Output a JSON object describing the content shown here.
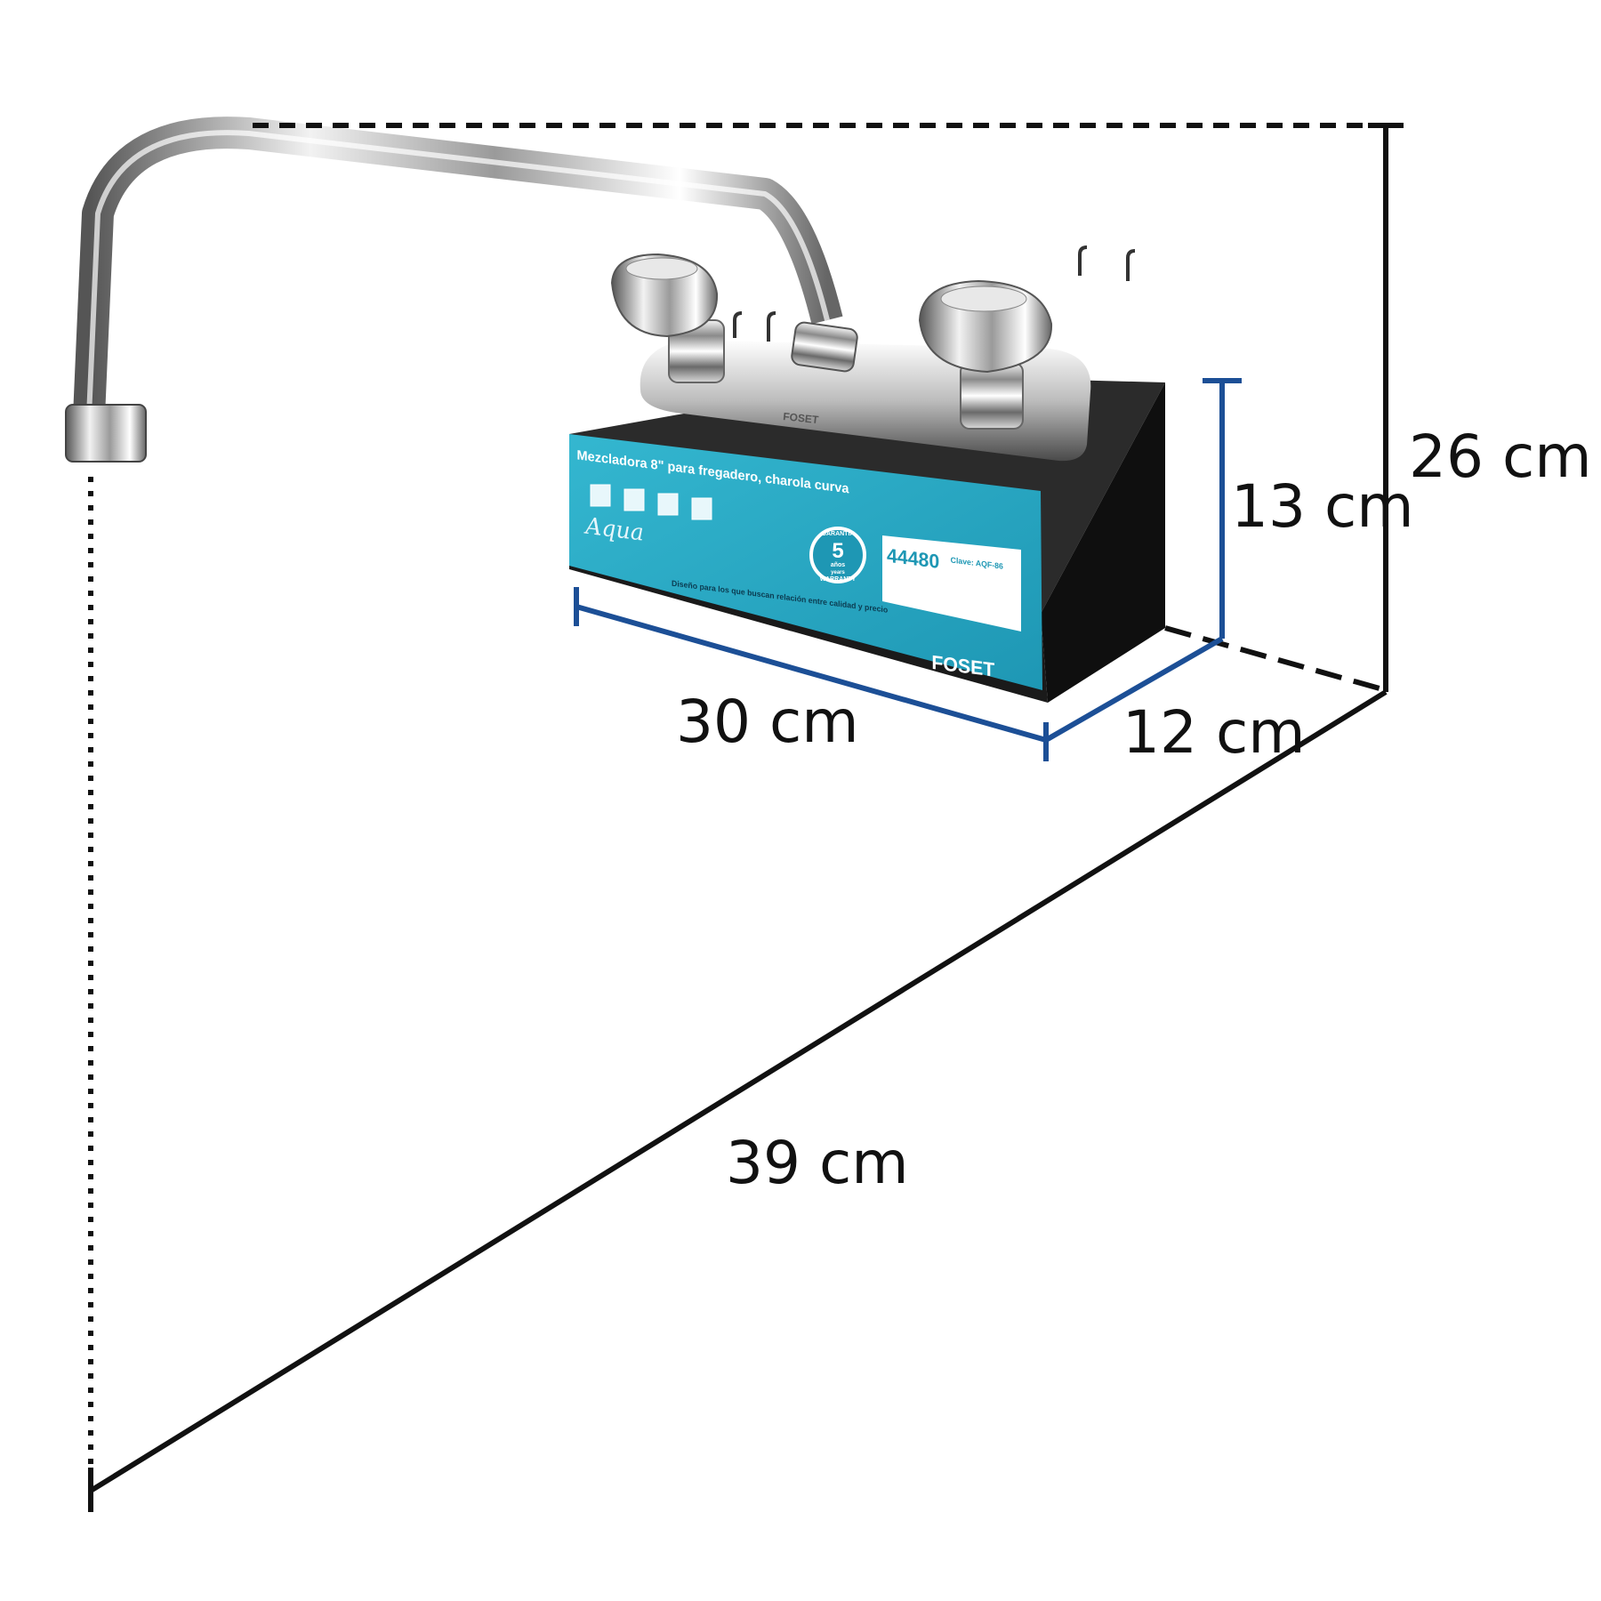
{
  "dimensions": {
    "total_height": "26 cm",
    "box_height": "13 cm",
    "box_width": "30 cm",
    "box_depth": "12 cm",
    "total_length": "39 cm"
  },
  "product_box": {
    "title": "Mezcladora 8\" para fregadero, charola curva",
    "code": "44480",
    "clave": "Clave: AQF-86",
    "tagline": "Diseño para los que buscan relación entre calidad y precio",
    "collection": "Aqua",
    "brand": "FOSET",
    "deck_brand": "FOSET",
    "warranty": {
      "top": "GARANTÍA",
      "number": "5",
      "unit": "años",
      "unit2": "years",
      "bottom": "WARRANTY"
    }
  },
  "colors": {
    "dimension_black": "#111111",
    "dimension_blue": "#1c4f96",
    "label_teal": "#2aa9c4",
    "box_black": "#1a1a1a"
  }
}
